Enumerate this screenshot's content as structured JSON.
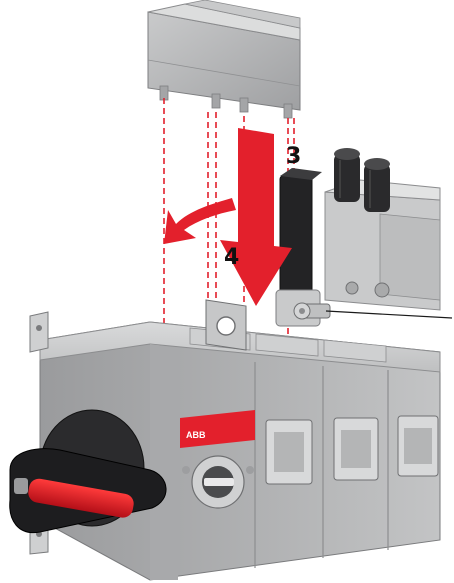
{
  "diagram": {
    "steps": [
      {
        "label": "3"
      },
      {
        "label": "4"
      }
    ],
    "brand": "ABB"
  },
  "colors": {
    "housing": "#b4b5b6",
    "housing_dark": "#8c8d8f",
    "housing_light": "#d6d7d8",
    "accent_red": "#e3202c",
    "dashed_guide": "#e3202c",
    "handle_black": "#1d1d1f",
    "label_text": "#111111"
  }
}
